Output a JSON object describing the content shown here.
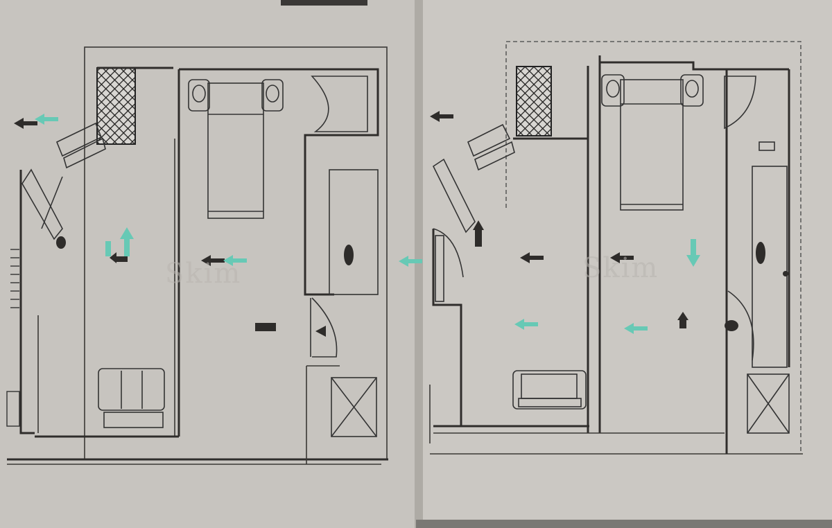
{
  "document": {
    "type": "floor-plan-photo",
    "pages": 2
  },
  "watermark": {
    "left_text": "Skim",
    "right_text": "Skim"
  },
  "colors": {
    "paper": "#c7c4bf",
    "ink": "#2f2d2b",
    "arrow_teal": "#67c9b5",
    "arrow_dark": "#2e2c2a"
  },
  "icons": [
    "direction-arrow-icon",
    "door-swing-icon",
    "lattice-screen-icon",
    "sofa-icon"
  ]
}
